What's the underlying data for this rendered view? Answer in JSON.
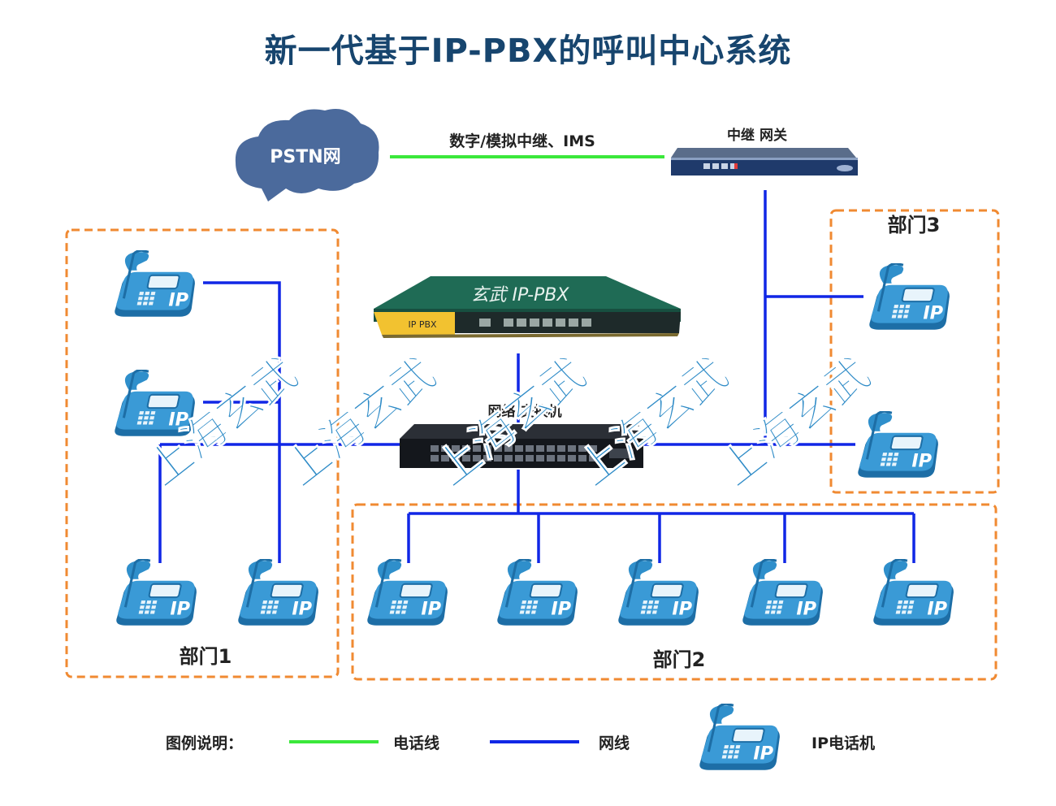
{
  "title": "新一代基于IP-PBX的呼叫中心系统",
  "pstn": {
    "label": "PSTN网"
  },
  "trunk_link": {
    "label": "数字/模拟中继、IMS"
  },
  "gateway": {
    "label": "中继 网关"
  },
  "ippbx": {
    "brand": "玄武 IP-PBX",
    "front_label": "IP PBX"
  },
  "switch": {
    "label": "网络 交换机"
  },
  "departments": [
    {
      "label": "部门1"
    },
    {
      "label": "部门2"
    },
    {
      "label": "部门3"
    }
  ],
  "phone": {
    "icon_text": "IP"
  },
  "watermark": {
    "text": "上海玄武"
  },
  "legend": {
    "title": "图例说明：",
    "phone_line": "电话线",
    "network_line": "网线",
    "ip_phone": "IP电话机"
  },
  "colors": {
    "title": "#17456e",
    "phone_line": "#3be83b",
    "network_line": "#1027e6",
    "dept_border": "#f08a32",
    "phone_body": "#2f8fcb",
    "cloud": "#4b6a9c",
    "pbx_green": "#1f6b55",
    "pbx_yellow": "#f2c230"
  }
}
